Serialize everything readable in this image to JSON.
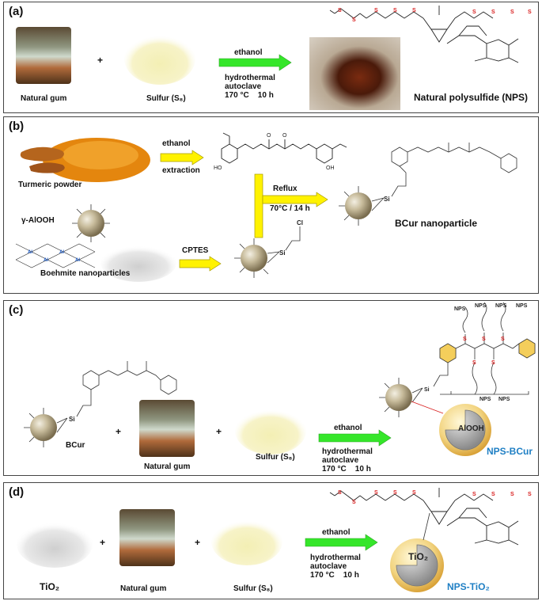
{
  "panel_a": {
    "label": "(a)",
    "natural_gum": "Natural gum",
    "plus": "+",
    "sulfur": "Sulfur   (S₈)",
    "arrow_top": "ethanol",
    "arrow_bottom": "hydrothermal\nautoclave\n170 °C    10 h",
    "product": "Natural polysulfide (NPS)"
  },
  "panel_b": {
    "label": "(b)",
    "turmeric": "Turmeric powder",
    "ethanol": "ethanol",
    "extraction": "extraction",
    "reflux": "Reflux",
    "reflux_cond": "70°C / 14 h",
    "boehmite_formula": "γ-AlOOH",
    "cptes": "CPTES",
    "boehmite_np": "Boehmite nanoparticles",
    "product": "BCur nanoparticle",
    "si": "Si",
    "cl": "Cl"
  },
  "panel_c": {
    "label": "(c)",
    "bcur": "BCur",
    "plus1": "+",
    "plus2": "+",
    "natural_gum": "Natural gum",
    "sulfur": "Sulfur   (S₈)",
    "arrow_top": "ethanol",
    "arrow_bottom": "hydrothermal\nautoclave\n170 °C    10 h",
    "core": "AlOOH",
    "product": "NPS-BCur",
    "nps": "NPS",
    "si": "Si"
  },
  "panel_d": {
    "label": "(d)",
    "tio2": "TiO₂",
    "plus1": "+",
    "plus2": "+",
    "natural_gum": "Natural gum",
    "sulfur": "Sulfur   (S₈)",
    "arrow_top": "ethanol",
    "arrow_bottom": "hydrothermal\nautoclave\n170 °C    10 h",
    "core": "TiO₂",
    "product": "NPS-TiO₂"
  },
  "chem": {
    "oh": "OH",
    "o": "O",
    "s": "S",
    "al": "Al",
    "ho": "HO"
  },
  "colors": {
    "arrow_green": "#35e62a",
    "arrow_yellow": "#fff200",
    "blue_label": "#1f7fc4",
    "sulfur_red": "#d81e1e"
  }
}
